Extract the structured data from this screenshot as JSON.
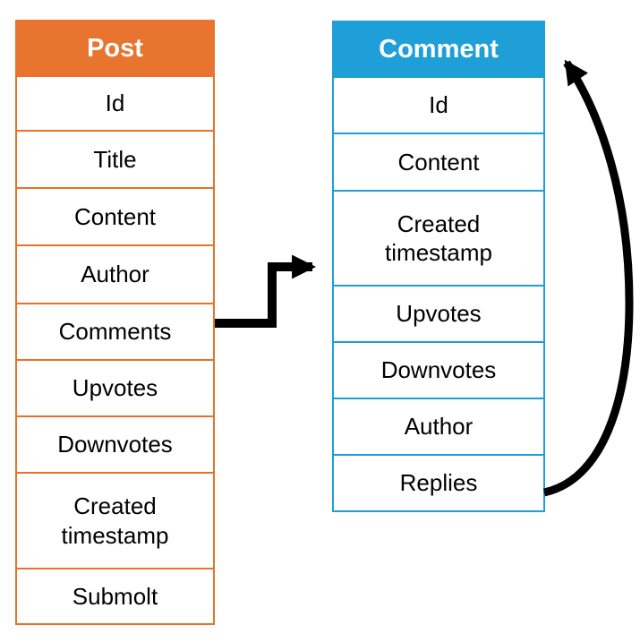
{
  "diagram": {
    "tables": [
      {
        "name": "Post",
        "header_color": "#E8752F",
        "border_color": "#E8722C",
        "fields": [
          "Id",
          "Title",
          "Content",
          "Author",
          "Comments",
          "Upvotes",
          "Downvotes",
          "Created timestamp",
          "Submolt"
        ]
      },
      {
        "name": "Comment",
        "header_color": "#1E9FD8",
        "border_color": "#1E9FD8",
        "fields": [
          "Id",
          "Content",
          "Created timestamp",
          "Upvotes",
          "Downvotes",
          "Author",
          "Replies"
        ]
      }
    ],
    "relationships": [
      {
        "from": "Post.Comments",
        "to": "Comment",
        "style": "elbow-arrow",
        "color": "#000000"
      },
      {
        "from": "Comment.Replies",
        "to": "Comment",
        "style": "curved-self-reference-arrow",
        "color": "#000000"
      }
    ]
  }
}
